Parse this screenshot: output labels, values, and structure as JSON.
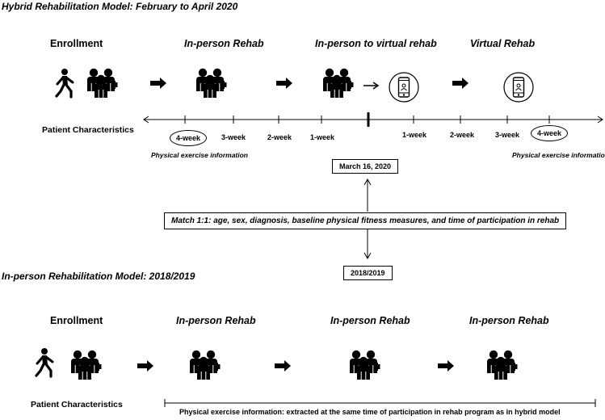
{
  "hybrid": {
    "title": "Hybrid Rehabilitation Model: February to April 2020",
    "stages": [
      "Enrollment",
      "In-person Rehab",
      "In-person to virtual rehab",
      "Virtual Rehab"
    ],
    "patient_characteristics": "Patient Characteristics",
    "timeline_left": [
      "4-week",
      "3-week",
      "2-week",
      "1-week"
    ],
    "timeline_right": [
      "1-week",
      "2-week",
      "3-week",
      "4-week"
    ],
    "exercise_info_left": "Physical exercise information",
    "exercise_info_right": "Physical exercise information",
    "date_box": "March 16, 2020"
  },
  "match_text": "Match 1:1: age, sex, diagnosis, baseline physical fitness measures, and time of participation in rehab",
  "inperson": {
    "title": "In-person Rehabilitation Model: 2018/2019",
    "date_box": "2018/2019",
    "stages": [
      "Enrollment",
      "In-person Rehab",
      "In-person Rehab",
      "In-person Rehab"
    ],
    "patient_characteristics": "Patient Characteristics",
    "exercise_info": "Physical exercise information: extracted at the same time of participation in  rehab program  as in hybrid model"
  },
  "icons": [
    "walking-person-icon",
    "group-people-icon",
    "arrow-right-icon",
    "smartphone-circle-icon"
  ]
}
